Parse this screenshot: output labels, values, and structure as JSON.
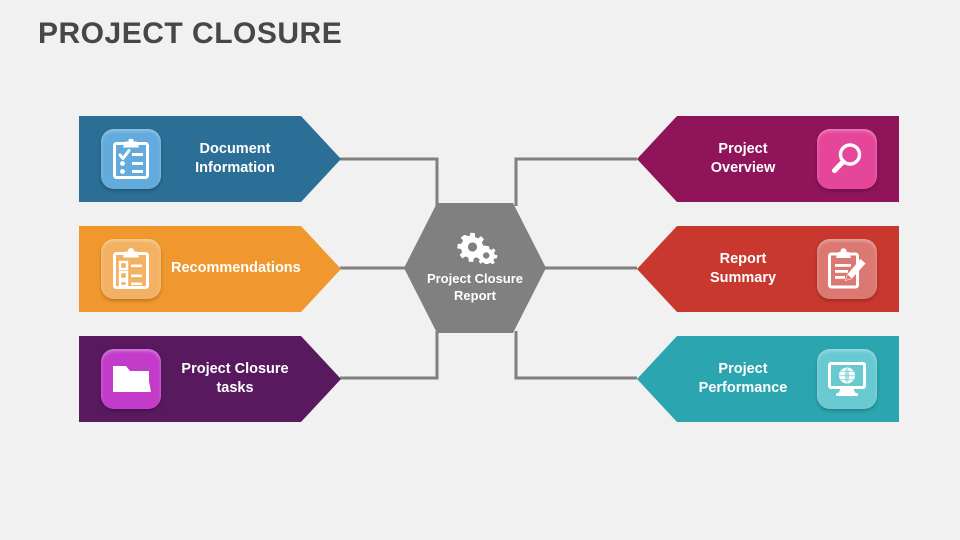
{
  "slide": {
    "title": "PROJECT CLOSURE",
    "background_color": "#f1f1f1",
    "title_color": "#474747"
  },
  "center": {
    "label": "Project  Closure\nReport",
    "icon": "gears-icon",
    "color": "#808080"
  },
  "left_items": [
    {
      "label": "Document\nInformation",
      "icon": "clipboard-checklist-icon",
      "color": "#2B6E96",
      "tile_color": "#62ABDC"
    },
    {
      "label": "Recommendations",
      "icon": "clipboard-tasks-icon",
      "color": "#F0982D",
      "tile_color": "#F3B263"
    },
    {
      "label": "Project Closure tasks",
      "icon": "folder-icon",
      "color": "#58195F",
      "tile_color": "#C23CC9"
    }
  ],
  "right_items": [
    {
      "label": "Project\nOverview",
      "icon": "magnifier-icon",
      "color": "#8F1459",
      "tile_color": "#E5469A"
    },
    {
      "label": "Report\nSummary",
      "icon": "clipboard-pencil-icon",
      "color": "#C8382E",
      "tile_color": "#DB7872"
    },
    {
      "label": "Project\nPerformance",
      "icon": "monitor-globe-icon",
      "color": "#2BA5AF",
      "tile_color": "#69C9D1"
    }
  ],
  "connector_color": "#808080"
}
